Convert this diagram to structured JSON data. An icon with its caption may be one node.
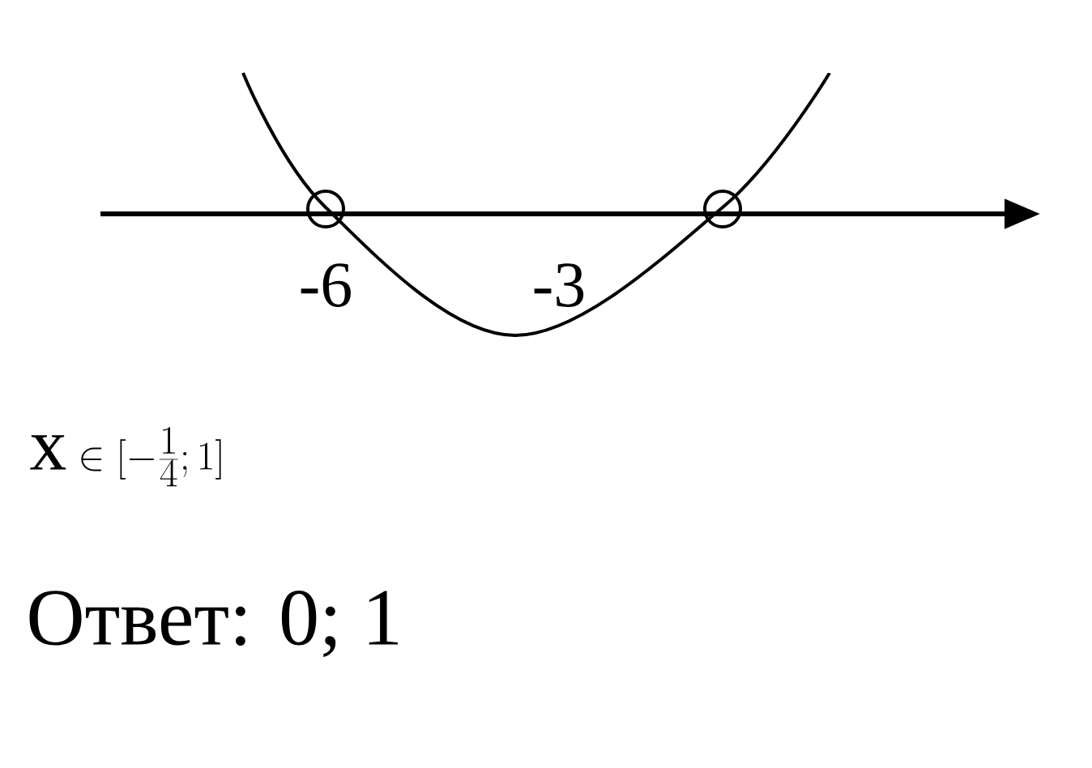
{
  "diagram": {
    "labels": [
      "-6",
      "-3",
      "\\mathrm{x} \\in [-\\frac{1}{4}; 1]",
      "Ответ: 0; 1"
    ]
  }
}
